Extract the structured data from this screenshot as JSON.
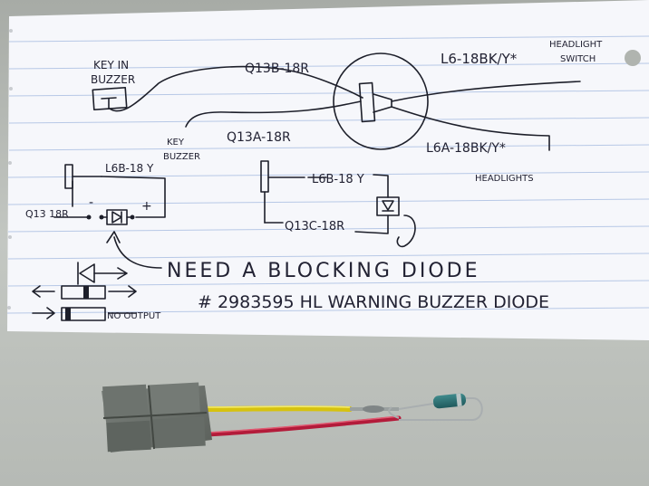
{
  "labels": {
    "key_in_buzzer_1": "KEY IN",
    "key_in_buzzer_2": "BUZZER",
    "q13b": "Q13B-18R",
    "l6": "L6-18BK/Y*",
    "headlight_switch_1": "HEADLIGHT",
    "headlight_switch_2": "SWITCH",
    "key_buzzer_1": "KEY",
    "key_buzzer_2": "BUZZER",
    "q13a": "Q13A-18R",
    "l6a": "L6A-18BK/Y*",
    "headlights": "HEADLIGHTS",
    "l6b_left": "L6B-18 Y",
    "q13_left": "Q13 18R",
    "minus": "-",
    "plus": "+",
    "l6b_mid": "L6B-18 Y",
    "q13c": "Q13C-18R",
    "need_diode": "NEED A BLOCKING DIODE",
    "part_number": "# 2983595 HL WARNING BUZZER DIODE",
    "no_output": "NO OUTPUT"
  }
}
